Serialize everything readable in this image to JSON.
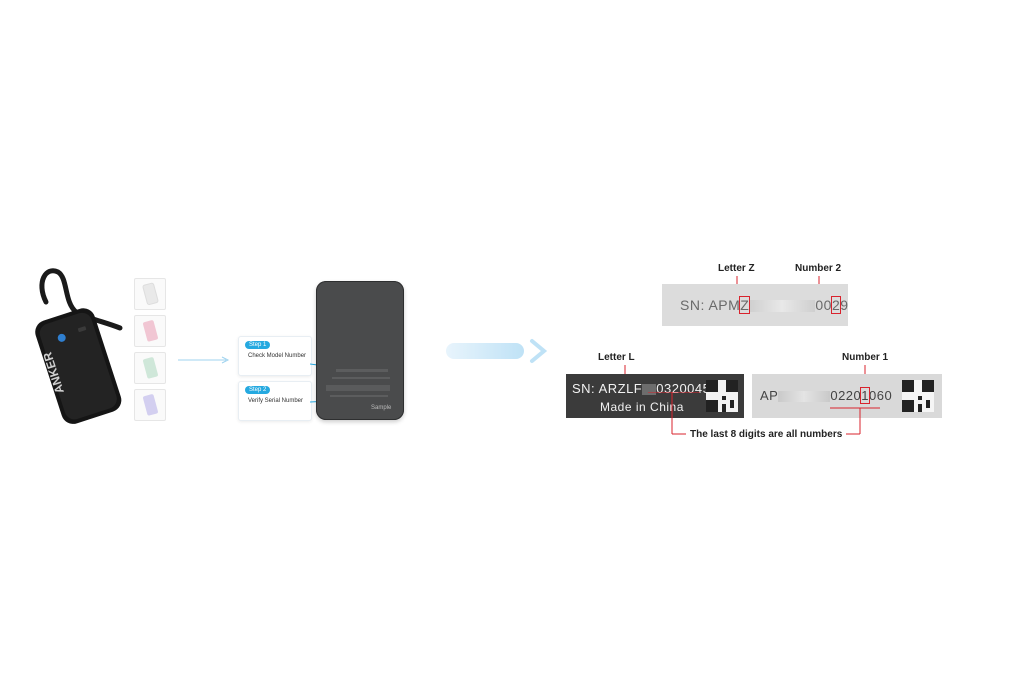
{
  "left_product": {
    "brand_text": "ANKER",
    "color_swatches": [
      "#e9e9e9",
      "#f1c6d3",
      "#cfe7d9",
      "#d3cff0"
    ]
  },
  "steps": [
    {
      "badge": "Step 1",
      "text": "Check Model Number"
    },
    {
      "badge": "Step 2",
      "text": "Verify Serial Number"
    }
  ],
  "device": {
    "label": "Sample"
  },
  "serial_examples": {
    "top": {
      "prefix": "SN: APM",
      "highlight_letter": "Z",
      "tail_a": "00",
      "highlight_digit": "2",
      "tail_b": "9",
      "callout_letter": "Letter Z",
      "callout_number": "Number 2"
    },
    "left": {
      "prefix": "SN: AR",
      "highlight": "ZLF",
      "digits": "03200454",
      "line2": "Made in China",
      "callout": "Letter L"
    },
    "right": {
      "prefix": "AP",
      "digits_a": "0220",
      "highlight_digit": "1",
      "digits_b": "060",
      "callout": "Number 1"
    },
    "note": "The last 8 digits are all numbers"
  },
  "colors": {
    "accent_blue": "#25a9e0",
    "highlight_red": "#d9232d",
    "device_gray": "#4a4b4c"
  }
}
